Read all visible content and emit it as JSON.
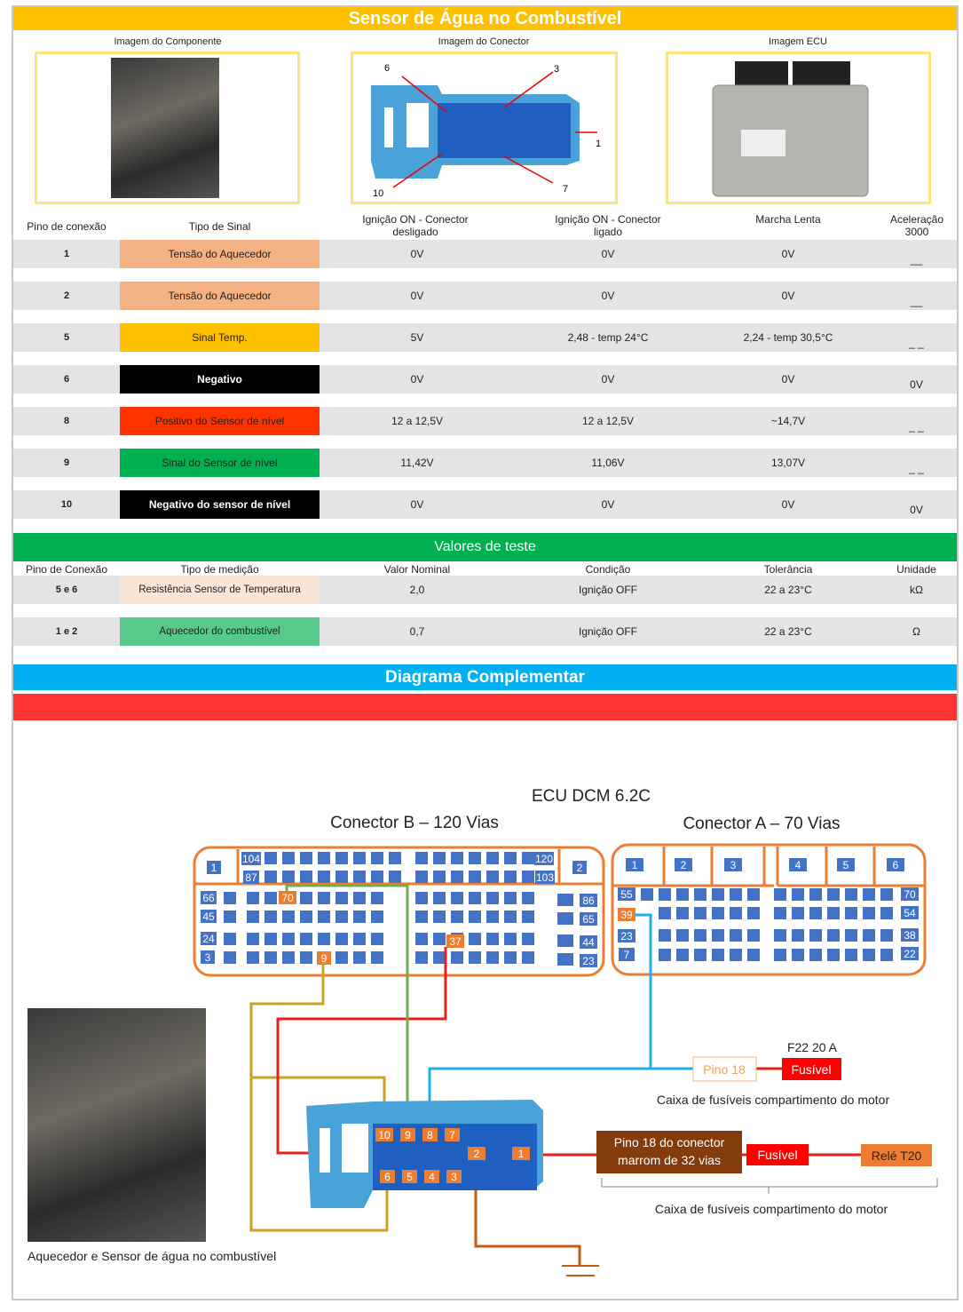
{
  "title": "Sensor de Água no Combustível",
  "images": {
    "component": "Imagem do Componente",
    "connector": "Imagem do Conector",
    "ecu": "Imagem ECU"
  },
  "connector_labels": [
    "6",
    "3",
    "1",
    "10",
    "7"
  ],
  "table1": {
    "headers": [
      "Pino de conexão",
      "Tipo de Sinal",
      "Ignição ON - Conector desligado",
      "Ignição ON - Conector ligado",
      "Marcha Lenta",
      "Aceleração 3000"
    ],
    "rows": [
      {
        "pin": "1",
        "type": "Tensão do Aquecedor",
        "c1": "0V",
        "c2": "0V",
        "c3": "0V",
        "c4": "__",
        "bg": "#f4b183",
        "fg": "#222"
      },
      {
        "pin": "2",
        "type": "Tensão do  Aquecedor",
        "c1": "0V",
        "c2": "0V",
        "c3": "0V",
        "c4": "__",
        "bg": "#f4b183",
        "fg": "#222"
      },
      {
        "pin": "5",
        "type": "Sinal Temp.",
        "c1": "5V",
        "c2": "2,48 - temp 24°C",
        "c3": "2,24 - temp 30,5°C",
        "c4": "_ _",
        "bg": "#ffc000",
        "fg": "#222"
      },
      {
        "pin": "6",
        "type": "Negativo",
        "c1": "0V",
        "c2": "0V",
        "c3": "0V",
        "c4": "0V",
        "bg": "#000000",
        "fg": "#fff"
      },
      {
        "pin": "8",
        "type": "Positivo do Sensor de nível",
        "c1": "12 a 12,5V",
        "c2": "12 a 12,5V",
        "c3": "~14,7V",
        "c4": "_ _",
        "bg": "#ff3300",
        "fg": "#222"
      },
      {
        "pin": "9",
        "type": "Sinal do Sensor de nível",
        "c1": "11,42V",
        "c2": "11,06V",
        "c3": "13,07V",
        "c4": "_ _",
        "bg": "#00b050",
        "fg": "#222"
      },
      {
        "pin": "10",
        "type": "Negativo do sensor de nível",
        "c1": "0V",
        "c2": "0V",
        "c3": "0V",
        "c4": "0V",
        "bg": "#000000",
        "fg": "#fff"
      }
    ]
  },
  "test": {
    "title": "Valores de teste",
    "headers": [
      "Pino de Conexão",
      "Tipo de medição",
      "Valor Nominal",
      "Condição",
      "Tolerância",
      "Unidade"
    ],
    "rows": [
      {
        "pin": "5 e 6",
        "type": "Resistência Sensor de Temperatura",
        "nominal": "2,0",
        "cond": "Ignição OFF",
        "tol": "22 a 23°C",
        "unit": "kΩ",
        "bg": "#fbe5d6"
      },
      {
        "pin": "1 e 2",
        "type": "Aquecedor do combustível",
        "nominal": "0,7",
        "cond": "Ignição OFF",
        "tol": "22 a 23°C",
        "unit": "Ω",
        "bg": "#57c98a"
      }
    ]
  },
  "diagram": {
    "title": "Diagrama Complementar",
    "ecu": "ECU DCM 6.2C",
    "conn_b": "Conector B – 120 Vias",
    "conn_a": "Conector A – 70 Vias",
    "b_labels": {
      "1": "1",
      "2": "2",
      "104": "104",
      "120": "120",
      "87": "87",
      "103": "103",
      "66": "66",
      "86": "86",
      "45": "45",
      "65": "65",
      "24": "24",
      "44": "44",
      "3": "3",
      "23": "23",
      "70": "70",
      "37": "37",
      "9": "9"
    },
    "a_labels": {
      "1": "1",
      "2": "2",
      "3": "3",
      "4": "4",
      "5": "5",
      "6": "6",
      "55": "55",
      "70": "70",
      "39": "39",
      "54": "54",
      "23": "23",
      "38": "38",
      "7": "7",
      "22": "22"
    },
    "pins": [
      "10",
      "9",
      "8",
      "7",
      "6",
      "5",
      "4",
      "3",
      "2",
      "1"
    ],
    "pino18": "Pino 18",
    "f22": "F22 20 A",
    "fusivel": "Fusível",
    "caixa1": "Caixa de fusíveis compartimento do motor",
    "pino18_32": "Pino 18 do conector marrom de 32 vias",
    "rele": "Relé T20",
    "caixa2": "Caixa de fusíveis compartimento do motor",
    "caption": "Aquecedor e Sensor de água no combustível"
  }
}
